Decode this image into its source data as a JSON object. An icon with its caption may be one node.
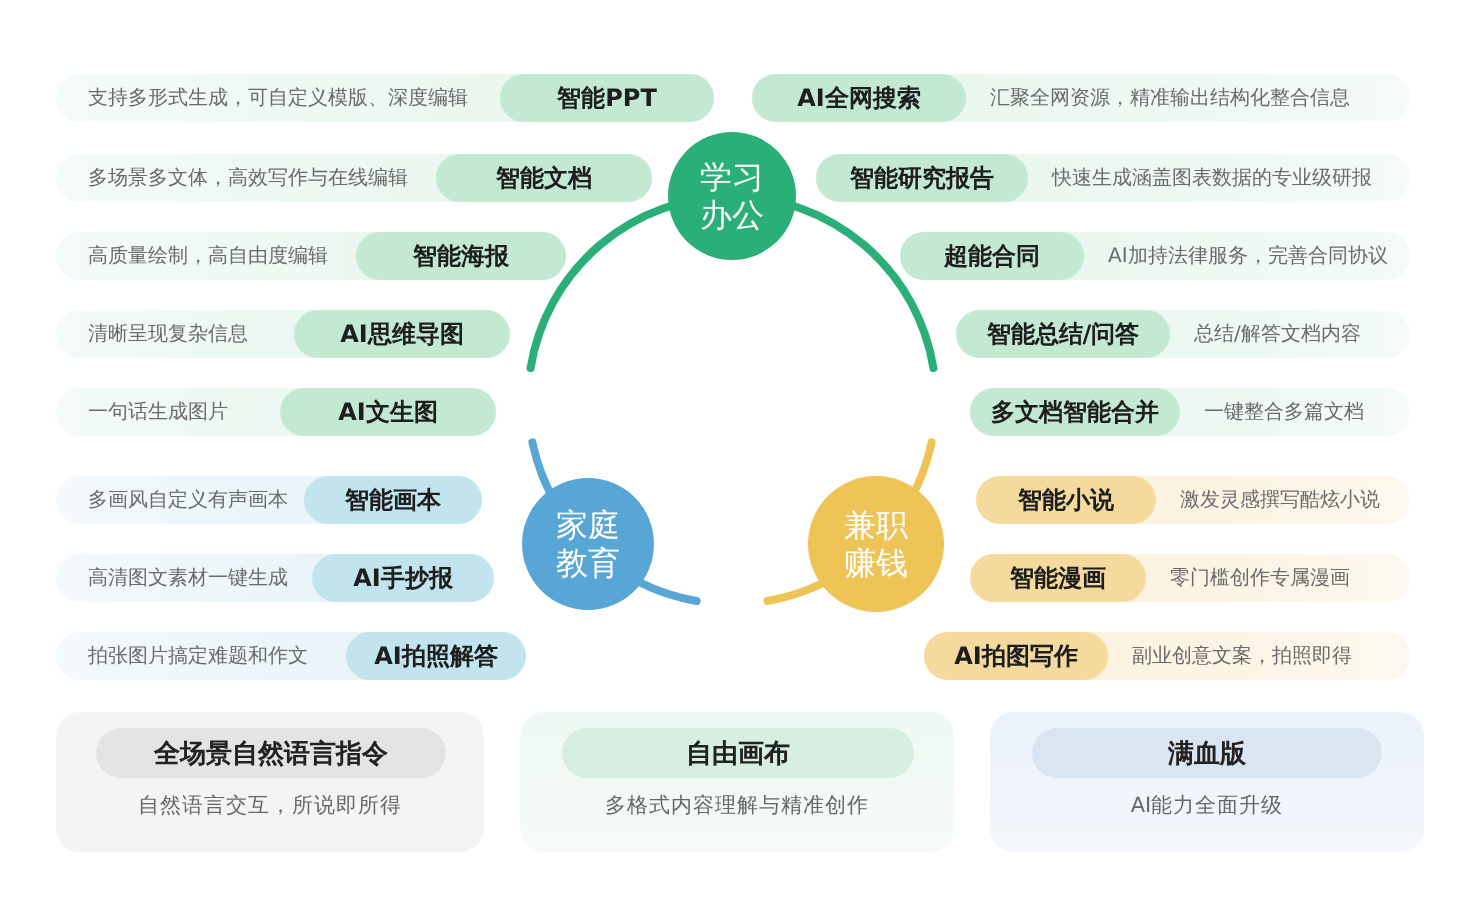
{
  "diagram": {
    "nodes": [
      {
        "text": [
          "支持多形式生成，可自定义模版、深度编辑"
        ]
      },
      {
        "text": [
          "智能PPT"
        ],
        "in": 0
      },
      {
        "text": [
          "汇聚全网资源，精准输出结构化整合信息"
        ]
      },
      {
        "text": [
          "AI全网搜索"
        ],
        "in": 2
      },
      {
        "text": [
          "学习办公"
        ]
      },
      {
        "text": [
          "多场景多文体，高效写作与在线编辑"
        ]
      },
      {
        "text": [
          "智能文档"
        ],
        "in": 5
      },
      {
        "text": [
          "快速生成涵盖图表数据的专业级研报"
        ]
      },
      {
        "text": [
          "智能研究报告"
        ],
        "in": 7
      },
      {
        "text": [
          "高质量绘制，高自由度编辑"
        ]
      },
      {
        "text": [
          "智能海报"
        ],
        "in": 9
      },
      {
        "text": [
          "AI加持法律服务，完善合同协议"
        ]
      },
      {
        "text": [
          "超能合同"
        ],
        "in": 11
      },
      {
        "text": [
          "清晰呈现复杂信息"
        ]
      },
      {
        "text": [
          "AI思维导图"
        ],
        "in": 13
      },
      {
        "text": [
          "总结/解答文档内容"
        ]
      },
      {
        "text": [
          "智能总结/问答"
        ],
        "in": 15
      },
      {
        "text": [
          "一句话生成图片"
        ]
      },
      {
        "text": [
          "AI文生图"
        ],
        "in": 17
      },
      {
        "text": [
          "一键整合多篇文档"
        ]
      },
      {
        "text": [
          "多文档智能合并"
        ],
        "in": 19
      },
      {
        "text": [
          "多画风自定义有声画本"
        ]
      },
      {
        "text": [
          "智能画本"
        ],
        "in": 21
      },
      {
        "text": [
          "激发灵感撰写酷炫小说"
        ]
      },
      {
        "text": [
          "智能小说"
        ],
        "in": 23
      },
      {
        "text": [
          "家庭教育"
        ]
      },
      {
        "text": [
          "兼职赚钱"
        ]
      },
      {
        "text": [
          "高清图文素材一键生成"
        ]
      },
      {
        "text": [
          "AI手抄报"
        ],
        "in": 27
      },
      {
        "text": [
          "零门槛创作专属漫画"
        ]
      },
      {
        "text": [
          "智能漫画"
        ],
        "in": 29
      },
      {
        "text": [
          "拍张图片搞定难题和作文"
        ]
      },
      {
        "text": [
          "AI拍照解答"
        ],
        "in": 31
      },
      {
        "text": [
          "副业创意文案，拍照即得"
        ]
      },
      {
        "text": [
          "AI拍图写作"
        ],
        "in": 33
      },
      {
        "text": [
          "自然语言交互，所说即所得"
        ]
      },
      {
        "text": [
          "全场景自然语言指令"
        ],
        "in": 35
      },
      {
        "text": [
          "多格式内容理解与精准创作"
        ]
      },
      {
        "text": [
          "自由画布"
        ],
        "in": 37
      },
      {
        "text": [
          "AI能力全面升级"
        ]
      },
      {
        "text": [
          "满血版"
        ],
        "in": 39
      }
    ]
  }
}
